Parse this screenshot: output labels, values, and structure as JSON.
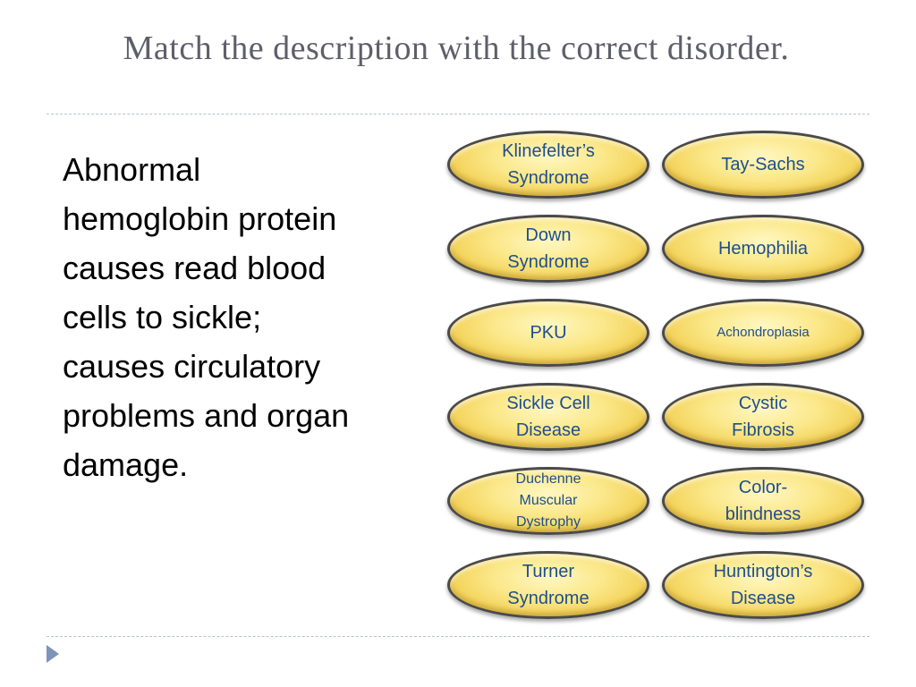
{
  "slide": {
    "title": "Match the description with the correct disorder.",
    "description": "Abnormal hemoglobin protein causes read blood cells to sickle; causes circulatory problems and organ damage."
  },
  "options": [
    {
      "label": "Klinefelter’s\nSyndrome"
    },
    {
      "label": "Tay-Sachs"
    },
    {
      "label": "Down\nSyndrome"
    },
    {
      "label": "Hemophilia"
    },
    {
      "label": "PKU"
    },
    {
      "label": "Achondroplasia"
    },
    {
      "label": "Sickle Cell\nDisease"
    },
    {
      "label": "Cystic\nFibrosis"
    },
    {
      "label": "Duchenne\nMuscular\nDystrophy"
    },
    {
      "label": "Color-\nblindness"
    },
    {
      "label": "Turner\nSyndrome"
    },
    {
      "label": "Huntington’s\nDisease"
    }
  ],
  "colors": {
    "title": "#5f5f6b",
    "option_text": "#1f4e8c",
    "option_fill": "#f2cf52",
    "rule": "#b9c2cc",
    "nav_arrow": "#7d94b8"
  },
  "icons": {
    "nav": "play-arrow-icon"
  }
}
